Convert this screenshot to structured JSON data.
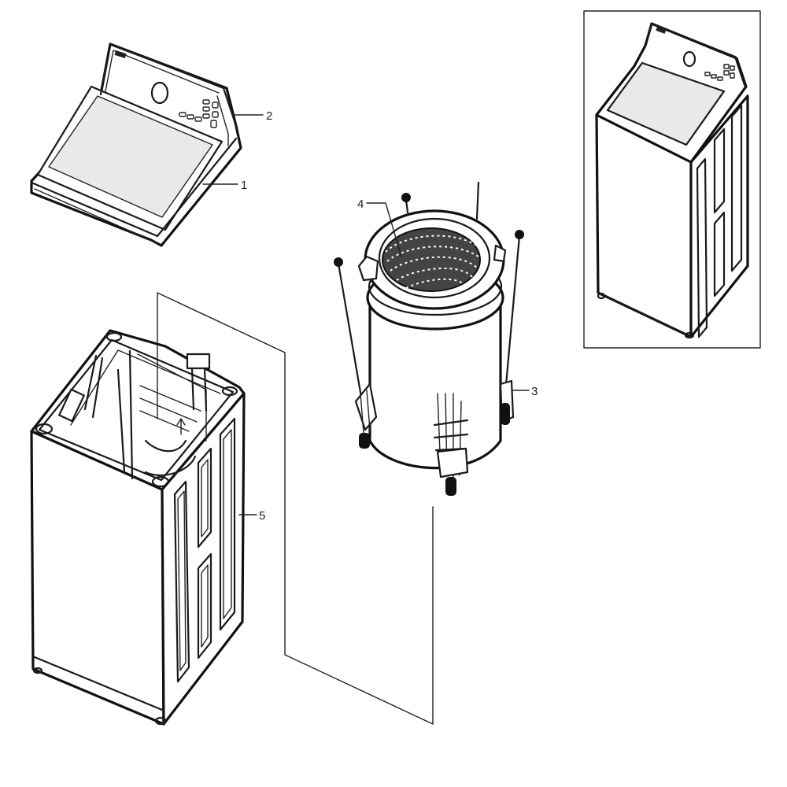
{
  "callouts": {
    "c1": "1",
    "c2": "2",
    "c3": "3",
    "c4": "4",
    "c5": "5"
  },
  "colors": {
    "line": "#1a1a1a",
    "background": "#ffffff"
  }
}
